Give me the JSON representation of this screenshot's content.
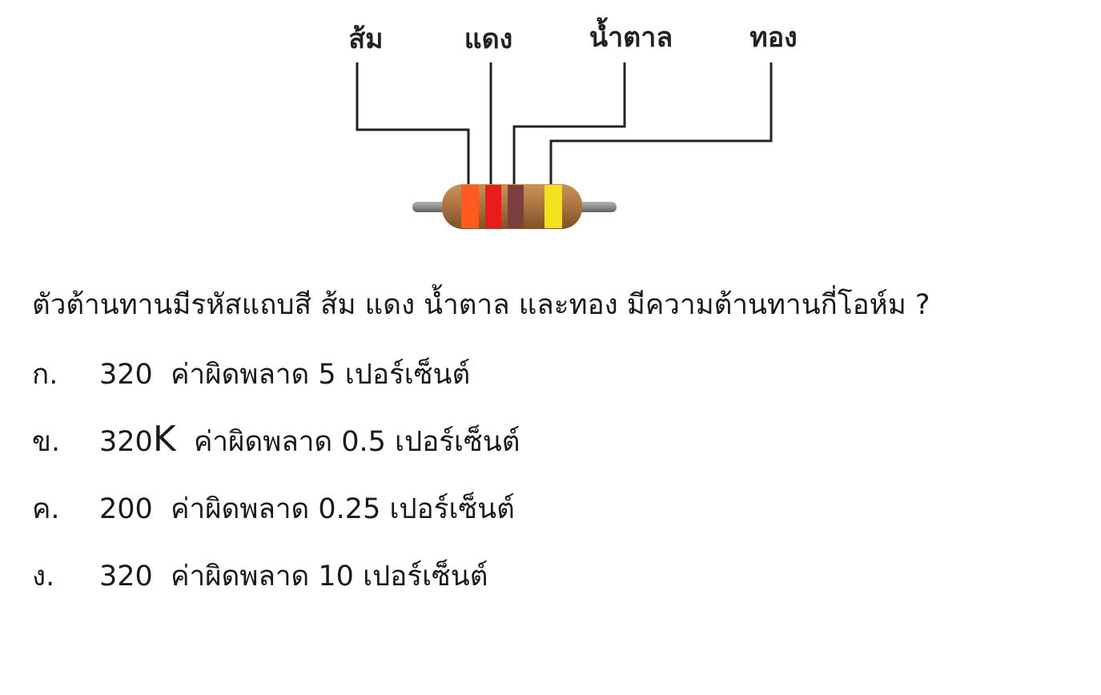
{
  "figure": {
    "band_labels": [
      "ส้ม",
      "แดง",
      "น้ำตาล",
      "ทอง"
    ],
    "band_colors": {
      "orange": "#ff5a1f",
      "red": "#e81c1c",
      "brown": "#7b3f3f",
      "gold": "#f2e21c",
      "body": "#a9733f",
      "lead": "#8e8e8e"
    }
  },
  "question": "ตัวต้านทานมีรหัสแถบสี ส้ม แดง น้ำตาล และทอง มีความต้านทานกี่โอห์ม ?",
  "choices": [
    {
      "letter": "ก.",
      "value": "320",
      "unit": "",
      "text": "ค่าผิดพลาด 5 เปอร์เซ็นต์"
    },
    {
      "letter": "ข.",
      "value": "320",
      "unit": "K",
      "text": "ค่าผิดพลาด 0.5 เปอร์เซ็นต์"
    },
    {
      "letter": "ค.",
      "value": "200",
      "unit": "",
      "text": "ค่าผิดพลาด 0.25 เปอร์เซ็นต์"
    },
    {
      "letter": "ง.",
      "value": "320",
      "unit": "",
      "text": "ค่าผิดพลาด 10 เปอร์เซ็นต์"
    }
  ]
}
